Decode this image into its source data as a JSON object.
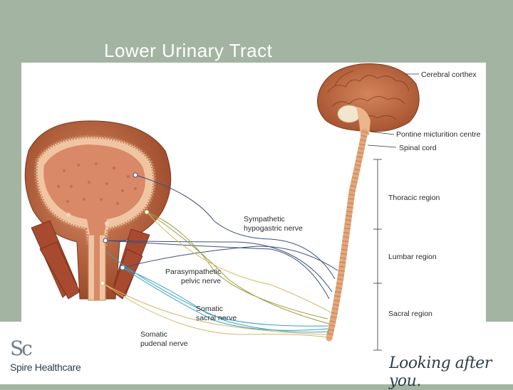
{
  "slide": {
    "title": "Lower Urinary Tract"
  },
  "labels": {
    "cerebral_cortex": "Cerebral corthex",
    "pontine_centre": "Pontine micturition centre",
    "spinal_cord": "Spinal cord",
    "thoracic_region": "Thoracic region",
    "lumbar_region": "Lumbar region",
    "sacral_region": "Sacral region",
    "sympathetic_1": "Sympathetic",
    "sympathetic_2": "hypogastric nerve",
    "parasympathetic_1": "Parasympathetic",
    "parasympathetic_2": "pelvic nerve",
    "somatic_sacral_1": "Somatic",
    "somatic_sacral_2": "sacral nerve",
    "somatic_pudendal_1": "Somatic",
    "somatic_pudendal_2": "pudenal nerve"
  },
  "colors": {
    "background": "#a3b5a2",
    "bladder": "#b6603c",
    "brain": "#b5623d",
    "spine": "#e2a77a",
    "sympathetic_nerve": "#3d4f7c",
    "parasympathetic_nerve": "#9a9b3a",
    "somatic_sacral_nerve": "#3aa0c0",
    "somatic_pudendal_nerve": "#d8b66a"
  },
  "footer": {
    "brand_mark": "Sc",
    "brand_name": "Spire Healthcare",
    "tagline": "Looking after you."
  }
}
